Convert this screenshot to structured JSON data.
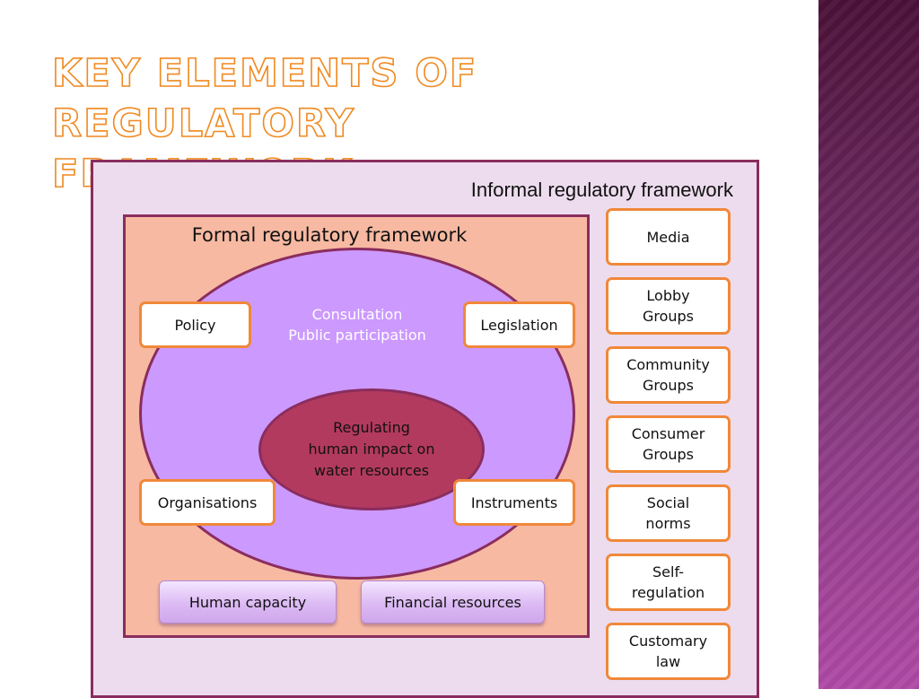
{
  "slide": {
    "title_lines": [
      "KEY ELEMENTS OF REGULATORY",
      "FRAMEWORK"
    ]
  },
  "diagram": {
    "informal_label": "Informal regulatory framework",
    "formal_label": "Formal regulatory framework",
    "consultation_lines": [
      "Consultation",
      "Public participation"
    ],
    "core": "Regulating\nhuman impact on\nwater resources",
    "formal_items": {
      "policy": "Policy",
      "legislation": "Legislation",
      "organisations": "Organisations",
      "instruments": "Instruments"
    },
    "resources": [
      "Human capacity",
      "Financial resources"
    ],
    "informal_items": [
      "Media",
      "Lobby\nGroups",
      "Community\nGroups",
      "Consumer\nGroups",
      "Social\nnorms",
      "Self-\nregulation",
      "Customary\nlaw"
    ]
  },
  "colors": {
    "frame_border": "#8a2d5e",
    "informal_bg": "#eddcee",
    "formal_bg": "#f7b9a2",
    "ellipse_fill": "#cc99ff",
    "core_fill": "#b33a5f",
    "box_border": "#f0883a",
    "title_outline": "#f08a22",
    "side_band": "#7a2a6c"
  }
}
